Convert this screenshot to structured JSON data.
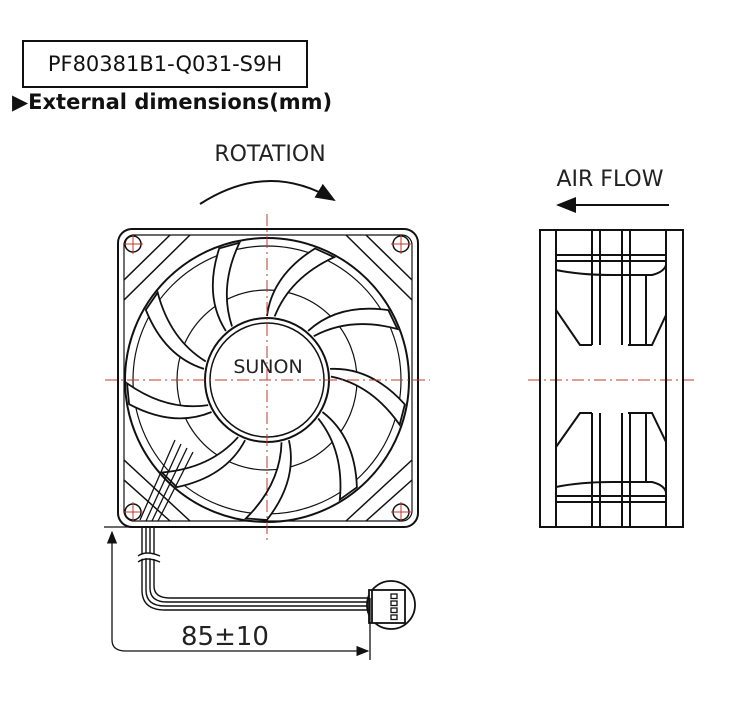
{
  "model_number": "PF80381B1-Q031-S9H",
  "section_title": "External dimensions(mm)",
  "section_marker_icon": "right-triangle-icon",
  "front_view": {
    "rotation_label": "ROTATION",
    "hub_brand": "SUNON",
    "blade_count": 9
  },
  "side_view": {
    "airflow_label": "AIR FLOW"
  },
  "lead_wire": {
    "length_label": "85±10",
    "pin_count": 4
  },
  "colors": {
    "line": "#111111",
    "centerline": "#c0392b"
  }
}
